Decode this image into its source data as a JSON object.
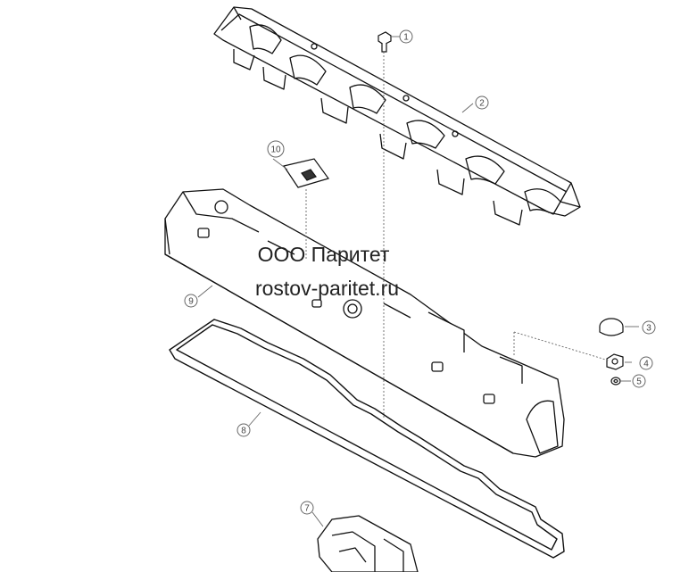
{
  "watermark": {
    "company": "ООО Паритет",
    "site": "rostov-paritet.ru"
  },
  "callouts": {
    "c1": "1",
    "c2": "2",
    "c3": "3",
    "c4": "4",
    "c5": "5",
    "c7": "7",
    "c8": "8",
    "c9": "9",
    "c10": "10"
  },
  "colors": {
    "line": "#111111",
    "leader": "#666666"
  }
}
